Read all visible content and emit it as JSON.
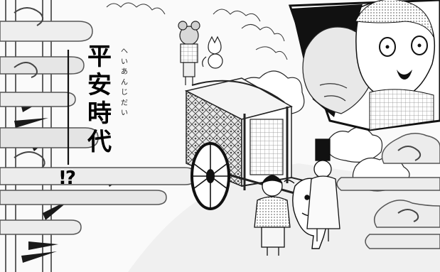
{
  "title": {
    "kanji": [
      "平",
      "安",
      "時",
      "代"
    ],
    "ruby": [
      "へ",
      "い",
      "あ",
      "ん",
      "じ",
      "だ",
      "い"
    ],
    "exclaim": "!?"
  },
  "colors": {
    "ink": "#000000",
    "paper": "#ffffff",
    "tone": "#bdbdbd"
  },
  "scene": {
    "elements": [
      "stylized-cloud",
      "bamboo",
      "ox-cart",
      "ox",
      "child-figure",
      "courtier-figure",
      "fox-figure",
      "girl-figure",
      "inset-panel"
    ]
  }
}
